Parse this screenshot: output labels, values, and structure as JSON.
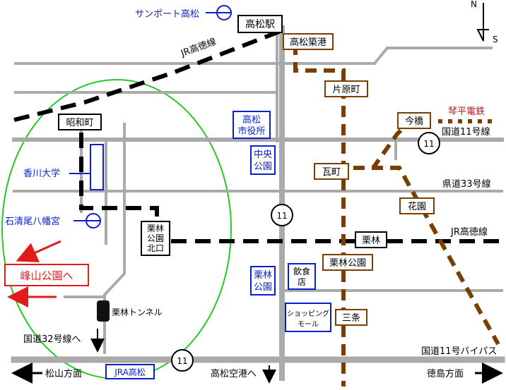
{
  "colors": {
    "road": "#aaaaaa",
    "jr_line": "#000000",
    "kotoden": "#7a3e00",
    "kotoden_label": "#b0191e",
    "poi_blue": "#0a1fd0",
    "access_red": "#e11b1b",
    "area_outline": "#22cc22"
  },
  "compass": {
    "north": "N",
    "south": "S"
  },
  "places": {
    "sunport": "サンポート高松",
    "takamatsu_station": "高松駅",
    "city_hall_line1": "高松",
    "city_hall_line2": "市役所",
    "chuo_park_line1": "中央",
    "chuo_park_line2": "公園",
    "kagawa_univ": "香川大学",
    "iwaseo_shrine": "石清尾八幡宮",
    "ritsurin_park_line1": "栗林",
    "ritsurin_park_line2": "公園",
    "restaurant_line1": "飲食",
    "restaurant_line2": "店",
    "mall_line1": "ショッピング",
    "mall_line2": "モール",
    "ritsurin_tunnel": "栗林トンネル",
    "jra_takamatsu": "JRA高松"
  },
  "stations": {
    "jr": {
      "showacho": "昭和町",
      "ritsurin_kitaguchi_1": "栗林",
      "ritsurin_kitaguchi_2": "公園",
      "ritsurin_kitaguchi_3": "北口",
      "ritsurin": "栗林"
    },
    "kotoden": {
      "takamatsu_chikko": "高松築港",
      "kataharamachi": "片原町",
      "kawaramachi": "瓦町",
      "imabashi": "今橋",
      "hanazono": "花園",
      "ritsurin_koen": "栗林公園",
      "sanjo": "三条"
    }
  },
  "lines": {
    "jr_kotoku_1": "JR高徳線",
    "jr_kotoku_2": "JR高徳線",
    "kotoden": "琴平電鉄"
  },
  "roads": {
    "route11": "国道11号線",
    "pref33": "県道33号線",
    "route32": "国道32号線へ",
    "bypass11": "国道11号バイパス",
    "marker11": "11"
  },
  "directions": {
    "matsuyama": "松山方面",
    "tokushima": "徳島方面",
    "airport": "高松空港へ",
    "mineyama": "峰山公園へ"
  }
}
